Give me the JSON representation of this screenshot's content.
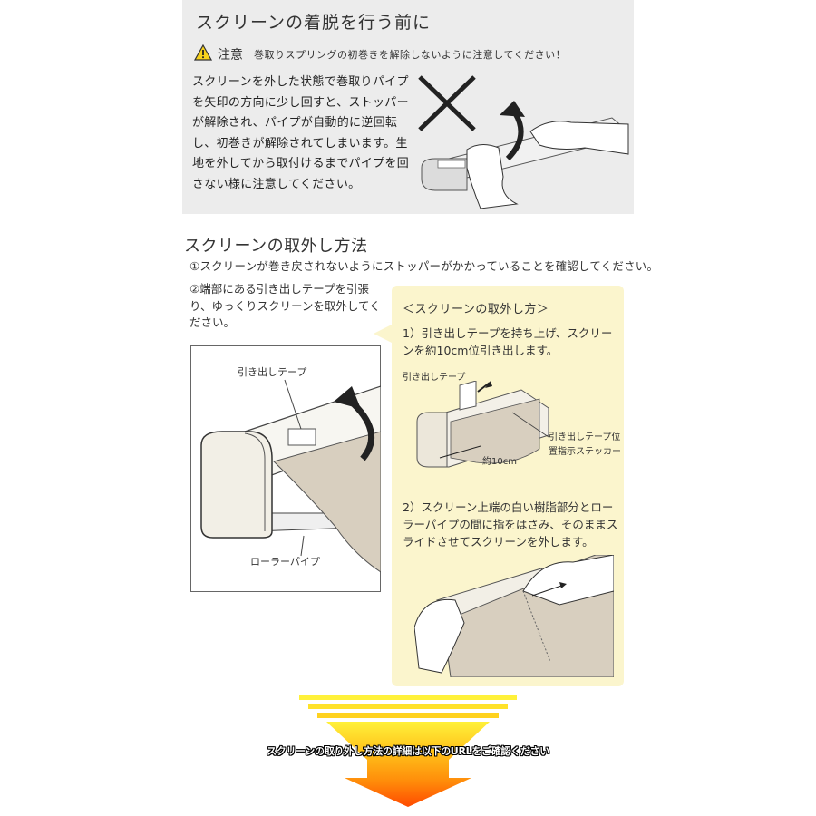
{
  "warning": {
    "title": "スクリーンの着脱を行う前に",
    "caution_label": "注意",
    "caution_text": "巻取りスプリングの初巻きを解除しないように注意してください！",
    "body": "スクリーンを外した状態で巻取りパイプを矢印の方向に少し回すと、ストッパーが解除され、パイプが自動的に逆回転し、初巻きが解除されてしまいます。生地を外してから取付けるまでパイプを回さない様に注意してください。",
    "icons": [
      "warning-triangle-icon",
      "cross-mark-icon",
      "rotate-arrow-icon"
    ]
  },
  "removal": {
    "title": "スクリーンの取外し方法",
    "step1": "①スクリーンが巻き戻されないようにストッパーがかかっていることを確認してください。",
    "step2": "②端部にある引き出しテープを引張り、ゆっくりスクリーンを取外してください。",
    "diagram_labels": {
      "tape": "引き出しテープ",
      "roller": "ローラーパイプ"
    }
  },
  "panel": {
    "title": "＜スクリーンの取外し方＞",
    "step1": "1）引き出しテープを持ち上げ、スクリーンを約10cm位引き出します。",
    "tape_label": "引き出しテープ",
    "length_label": "約10cm",
    "sticker_label": "引き出しテープ位置指示ステッカー",
    "step2": "2）スクリーン上端の白い樹脂部分とローラーパイプの間に指をはさみ、そのままスライドさせてスクリーンを外します。"
  },
  "banner": {
    "text": "スクリーンの取り外し方法の詳細は以下のURLをご確認ください",
    "colors": [
      "#fff13a",
      "#ffc21a",
      "#ff8c0a",
      "#ff4a00"
    ]
  }
}
